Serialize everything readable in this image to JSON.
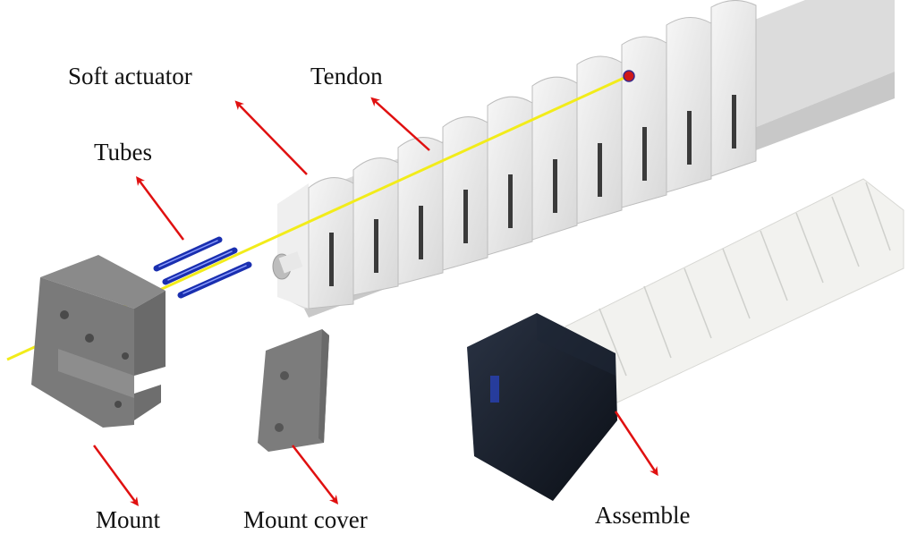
{
  "figure": {
    "labels": {
      "soft_actuator": "Soft actuator",
      "tendon": "Tendon",
      "tubes": "Tubes",
      "mount": "Mount",
      "mount_cover": "Mount cover",
      "assemble": "Assemble"
    },
    "colors": {
      "arrow": "#e01010",
      "tendon_line": "#f2ec1a",
      "tube": "#1a2fb0",
      "mount": "#7a7a7a",
      "actuator_body": "#e4e4e4",
      "assembled_mount": "#151c28",
      "assembled_actuator": "#f2f2ef",
      "tendon_anchor": "#d01818"
    },
    "components": [
      "Mount",
      "Tubes",
      "Tendon",
      "Soft actuator",
      "Mount cover",
      "Assemble"
    ],
    "actuator_segments": 10
  }
}
